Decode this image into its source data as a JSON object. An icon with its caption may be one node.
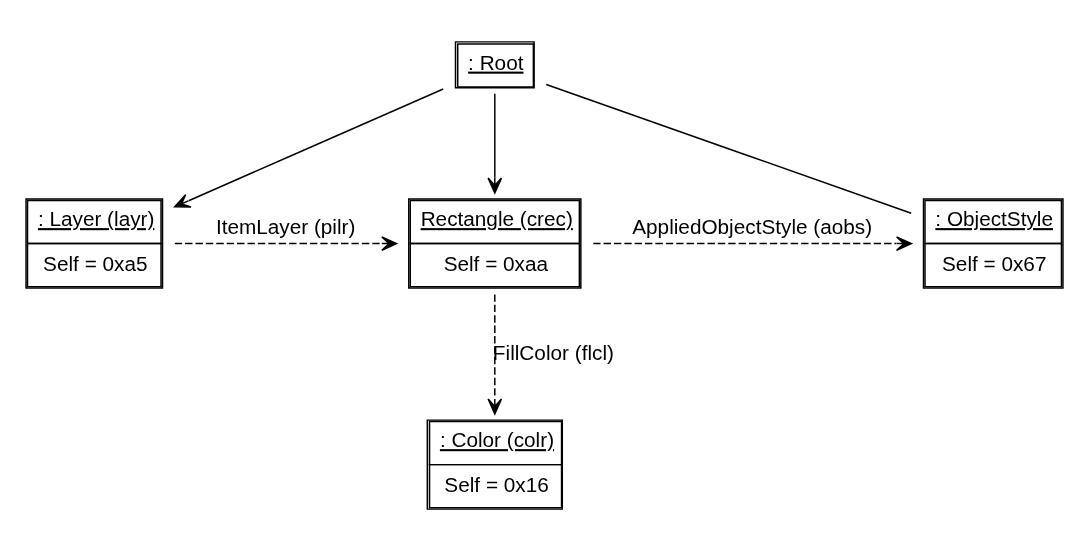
{
  "diagram": {
    "nodes": [
      {
        "text": [
          ": Root"
        ]
      },
      {
        "text": [
          ": Layer (layr)",
          "Self = 0xa5"
        ]
      },
      {
        "text": [
          "Rectangle (crec)",
          "Self = 0xaa"
        ]
      },
      {
        "text": [
          ": ObjectStyle",
          "Self = 0x67"
        ]
      },
      {
        "text": [
          ": Color (colr)",
          "Self = 0x16"
        ]
      }
    ],
    "edges": [
      {
        "from": 0,
        "to": 1,
        "arrow": "to"
      },
      {
        "from": 0,
        "to": 2,
        "arrow": "to"
      },
      {
        "from": 0,
        "to": 3,
        "arrow": "none"
      },
      {
        "from": 1,
        "to": 2,
        "arrow": "to",
        "label": "ItemLayer (pilr)",
        "style": "dashed"
      },
      {
        "from": 2,
        "to": 3,
        "arrow": "to",
        "label": "AppliedObjectStyle (aobs)",
        "style": "dashed"
      },
      {
        "from": 2,
        "to": 4,
        "arrow": "to",
        "label": "FillColor (flcl)",
        "style": "dashed"
      }
    ]
  }
}
